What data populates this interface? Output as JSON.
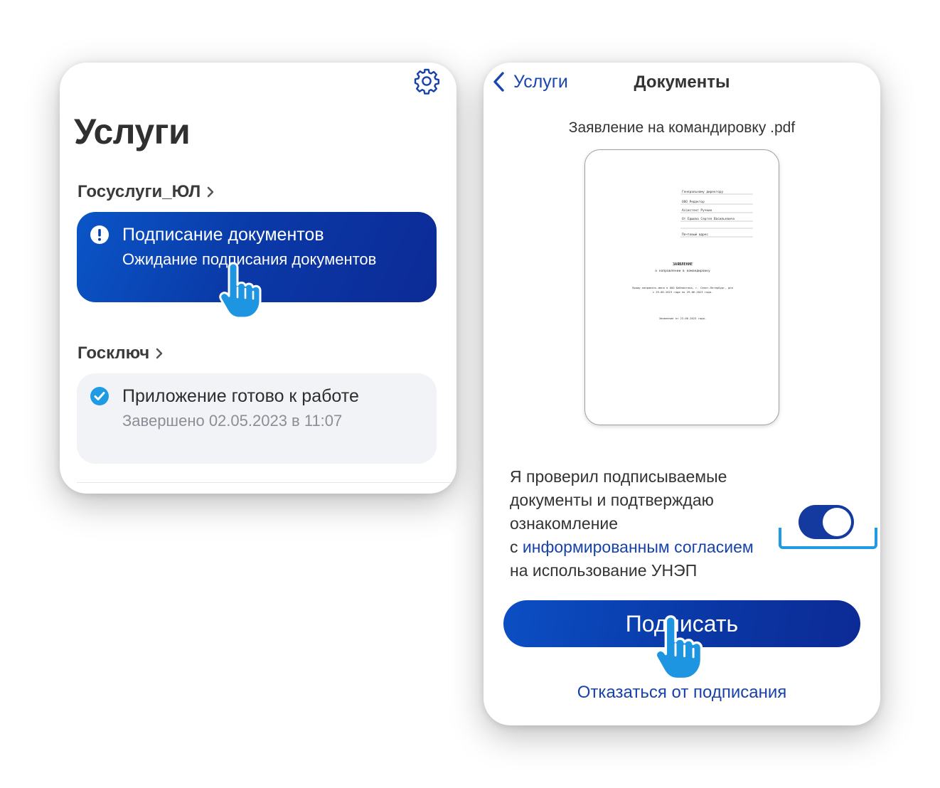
{
  "left_screen": {
    "title": "Услуги",
    "settings_icon": "gear-icon",
    "sections": [
      {
        "label": "Госуслуги_ЮЛ",
        "card": {
          "icon": "alert-circle-icon",
          "title": "Подписание документов",
          "subtitle": "Ожидание подписания документов",
          "color": "#0a3aa8"
        }
      },
      {
        "label": "Госключ",
        "card": {
          "icon": "check-circle-icon",
          "title": "Приложение готово к работе",
          "subtitle": "Завершено 02.05.2023 в 11:07",
          "color": "#f2f3f6"
        }
      }
    ]
  },
  "right_screen": {
    "back_label": "Услуги",
    "title": "Документы",
    "file_name": "Заявление на командировку .pdf",
    "consent": {
      "line1": "Я проверил подписываемые",
      "line2": "документы и подтверждаю",
      "line3": "ознакомление",
      "line4_prefix": "с ",
      "line4_link": "информированным согласием",
      "line5": "на использование УНЭП"
    },
    "toggle_on": true,
    "sign_label": "Подписать",
    "refuse_label": "Отказаться от подписания"
  },
  "colors": {
    "accent": "#0a3aa8",
    "link": "#1742a8",
    "highlight": "#1e9be2",
    "success": "#1e9be2"
  },
  "document_preview": {
    "header_lines": [
      "Генеральному директору",
      "ООО Редактор",
      "Ассистент Ручкин",
      "От Ершова Сергея Васильевича",
      "Почтовый адрес"
    ],
    "doc_title": "ЗАЯВЛЕНИЕ",
    "doc_subtitle": "о направлении в командировку",
    "body_line1": "Прошу направить меня в ООО Библиотека, г. Санкт-Петербург, для",
    "body_line2": "с 29.06.2023 года по 29.06.2023 года.",
    "date_line": "Заявление от 23.06.2023 года."
  }
}
